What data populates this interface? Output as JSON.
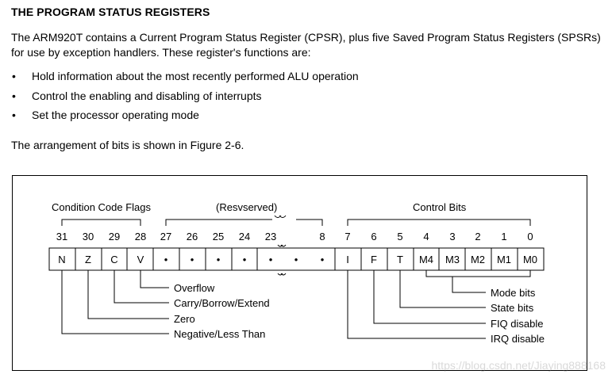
{
  "document": {
    "heading": "THE PROGRAM STATUS REGISTERS",
    "intro": "The ARM920T contains a Current Program Status Register (CPSR), plus five Saved Program Status Registers (SPSRs) for use by exception handlers. These register's functions are:",
    "bullet_symbol": "•",
    "bullets": [
      "Hold information about the most recently performed ALU operation",
      "Control the enabling and disabling of interrupts",
      "Set the processor operating mode"
    ],
    "arrangement": "The arrangement of bits is shown in Figure 2-6."
  },
  "figure": {
    "groups": {
      "condition": "Condition Code Flags",
      "reserved": "(Resvserved)",
      "control": "Control Bits"
    },
    "bit_numbers": [
      "31",
      "30",
      "29",
      "28",
      "27",
      "26",
      "25",
      "24",
      "23",
      "8",
      "7",
      "6",
      "5",
      "4",
      "3",
      "2",
      "1",
      "0"
    ],
    "cells": [
      "N",
      "Z",
      "C",
      "V",
      "•",
      "•",
      "•",
      "•",
      "•",
      "•",
      "•",
      "I",
      "F",
      "T",
      "M4",
      "M3",
      "M2",
      "M1",
      "M0"
    ],
    "right_labels": {
      "overflow": "Overflow",
      "carry": "Carry/Borrow/Extend",
      "zero": "Zero",
      "negative": "Negative/Less Than",
      "mode": "Mode bits",
      "state": "State bits",
      "fiq": "FIQ disable",
      "irq": "IRQ disable"
    }
  },
  "watermark": "https://blog.csdn.net/Jiaying888168"
}
